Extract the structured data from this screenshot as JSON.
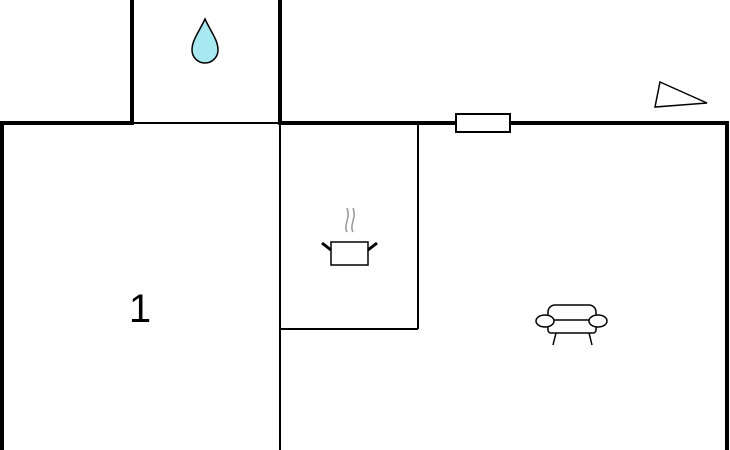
{
  "floorplan": {
    "rooms": [
      {
        "id": "bedroom",
        "label": "1"
      },
      {
        "id": "bathroom",
        "label": ""
      },
      {
        "id": "kitchen",
        "label": ""
      },
      {
        "id": "living-room",
        "label": ""
      }
    ],
    "icons": {
      "bathroom": "water-drop-icon",
      "kitchen": "cooking-pot-icon",
      "living_room": "sofa-icon",
      "compass": "north-arrow-icon",
      "window": "window-icon"
    },
    "colors": {
      "wall": "#000000",
      "water": "#a8e8f0",
      "steam": "#999999",
      "background": "#ffffff"
    }
  }
}
